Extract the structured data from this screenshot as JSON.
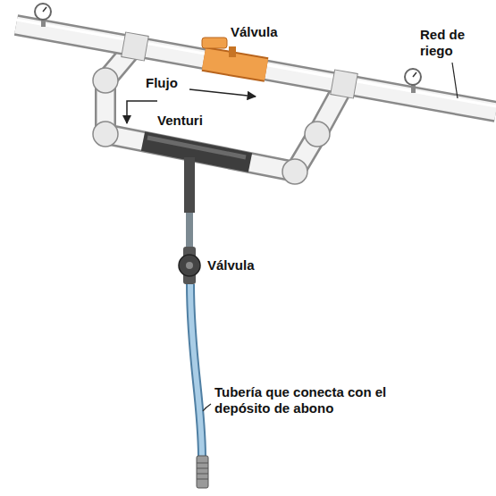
{
  "diagram": {
    "labels": [
      "Válvula",
      "Red de riego",
      "Flujo",
      "Venturi",
      "Válvula",
      "Tubería que conecta con el depósito de abono"
    ]
  }
}
